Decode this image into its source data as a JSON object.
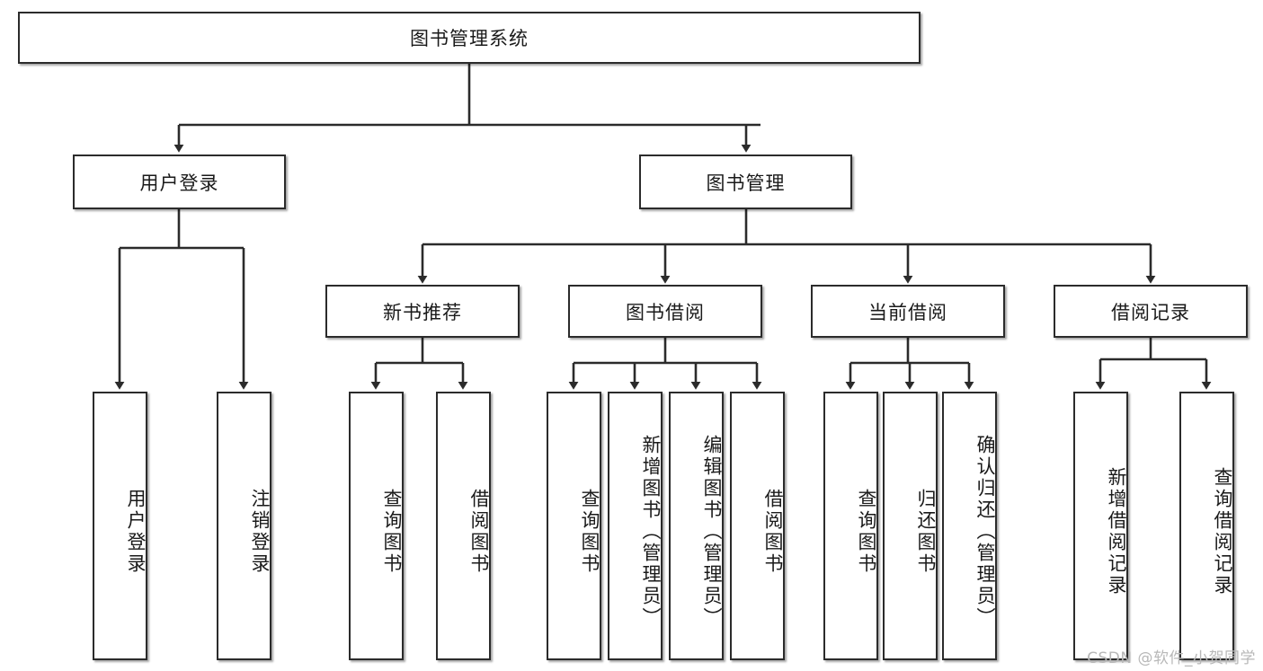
{
  "diagram": {
    "title": "图书管理系统",
    "type": "tree-hierarchy-diagram",
    "root": {
      "id": "root",
      "label": "图书管理系统"
    },
    "level2": [
      {
        "id": "user-login",
        "label": "用户登录"
      },
      {
        "id": "book-manage",
        "label": "图书管理"
      }
    ],
    "level3": [
      {
        "id": "new-book-rec",
        "label": "新书推荐"
      },
      {
        "id": "book-borrow",
        "label": "图书借阅"
      },
      {
        "id": "current-borrow",
        "label": "当前借阅"
      },
      {
        "id": "borrow-record",
        "label": "借阅记录"
      }
    ],
    "leaves": {
      "user_login": [
        {
          "id": "leaf-user-login",
          "label": "用户登录"
        },
        {
          "id": "leaf-logout-login",
          "label": "注销登录"
        }
      ],
      "new_book_rec": [
        {
          "id": "leaf-query-book-1",
          "label": "查询图书"
        },
        {
          "id": "leaf-borrow-book-1",
          "label": "借阅图书"
        }
      ],
      "book_borrow": [
        {
          "id": "leaf-query-book-2",
          "label": "查询图书"
        },
        {
          "id": "leaf-add-book",
          "label": "新增图书（管理员）"
        },
        {
          "id": "leaf-edit-book",
          "label": "编辑图书（管理员）"
        },
        {
          "id": "leaf-borrow-book-2",
          "label": "借阅图书"
        }
      ],
      "current_borrow": [
        {
          "id": "leaf-query-book-3",
          "label": "查询图书"
        },
        {
          "id": "leaf-return-book",
          "label": "归还图书"
        },
        {
          "id": "leaf-confirm-return",
          "label": "确认归还（管理员）"
        }
      ],
      "borrow_record": [
        {
          "id": "leaf-add-record",
          "label": "新增借阅记录"
        },
        {
          "id": "leaf-query-record",
          "label": "查询借阅记录"
        }
      ]
    },
    "colors": {
      "stroke": "#2b2b2b",
      "fill": "#ffffff",
      "text": "#1a1a1a",
      "watermark": "#b8b8b8"
    }
  },
  "watermark": {
    "text": "CSDN @软件_小贺同学"
  }
}
